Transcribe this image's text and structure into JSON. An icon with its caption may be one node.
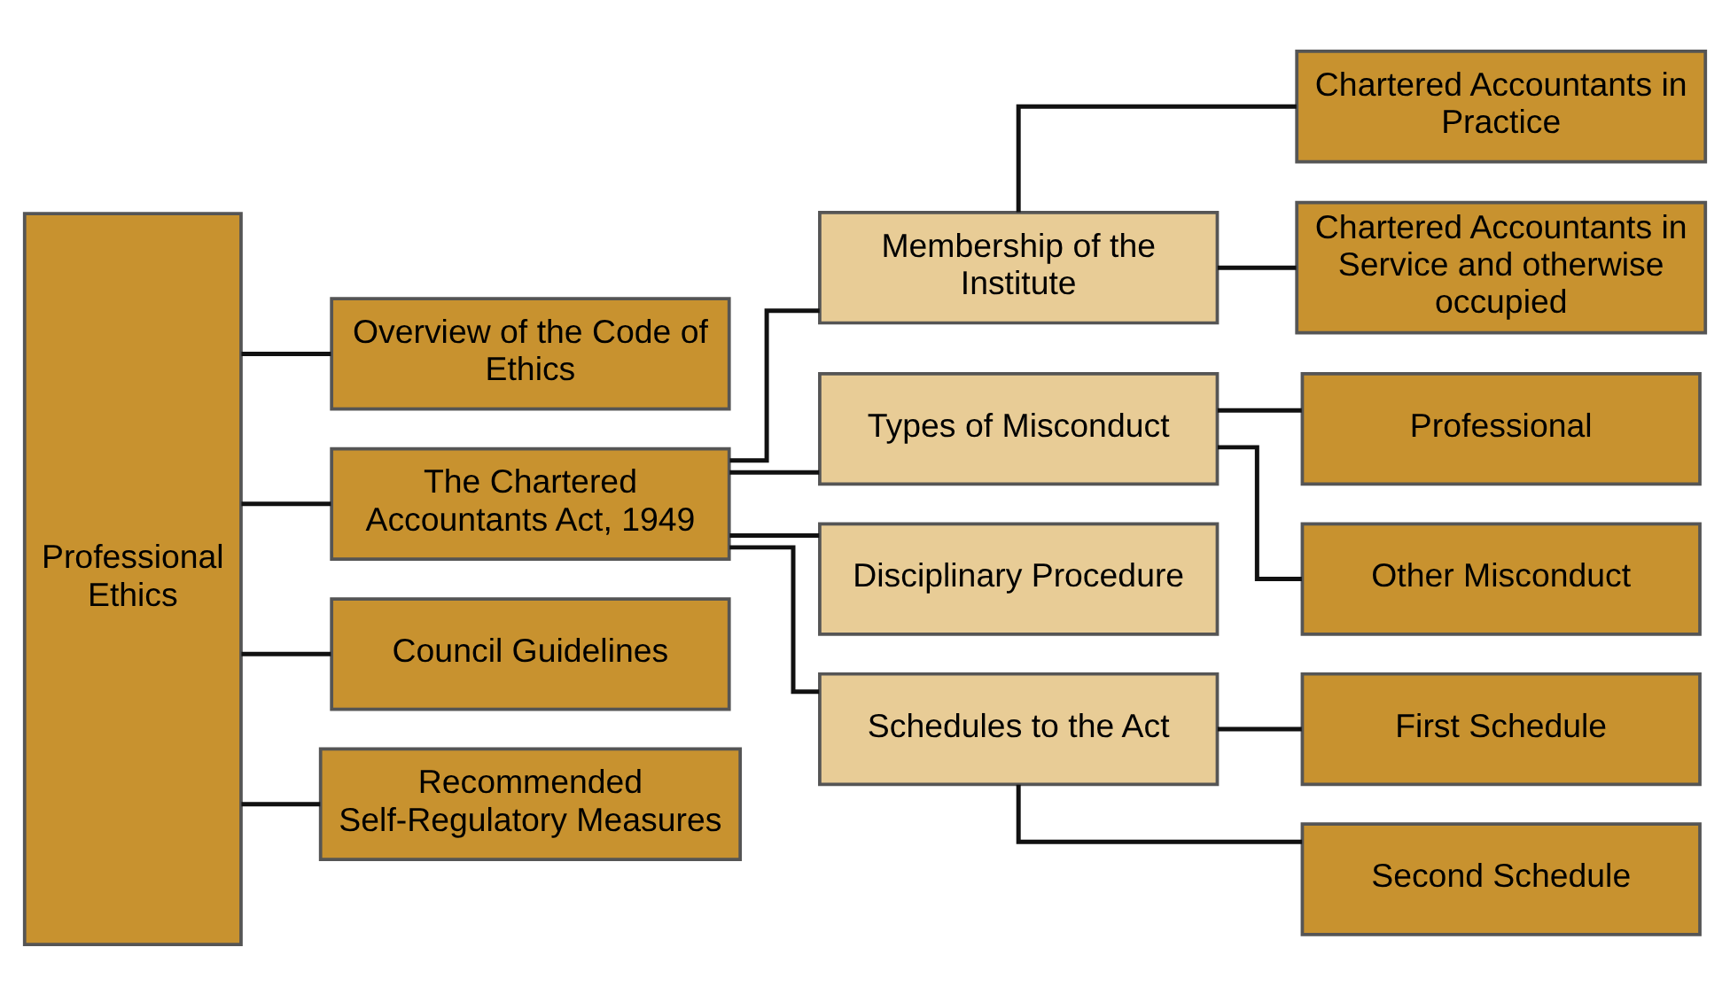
{
  "diagram": {
    "nodes": [
      {
        "text": [
          "Professional Ethics"
        ]
      },
      {
        "text": [
          "Overview of the Code of Ethics"
        ]
      },
      {
        "text": [
          "The Chartered Accountants Act, 1949"
        ]
      },
      {
        "text": [
          "Council Guidelines"
        ]
      },
      {
        "text": [
          "Recommended Self-Regulatory Measures"
        ]
      },
      {
        "text": [
          "Membership of the Institute"
        ]
      },
      {
        "text": [
          "Types of Misconduct"
        ]
      },
      {
        "text": [
          "Disciplinary Procedure"
        ]
      },
      {
        "text": [
          "Schedules to the Act"
        ]
      },
      {
        "text": [
          "Chartered Accountants in Practice"
        ]
      },
      {
        "text": [
          "Chartered Accountants in Service and otherwise occupied"
        ]
      },
      {
        "text": [
          "Professional"
        ]
      },
      {
        "text": [
          "Other Misconduct"
        ]
      },
      {
        "text": [
          "First Schedule"
        ]
      },
      {
        "text": [
          "Second Schedule"
        ]
      }
    ],
    "edges": [
      {
        "from": 0,
        "to": 1,
        "arrow": "none"
      },
      {
        "from": 0,
        "to": 2,
        "arrow": "none"
      },
      {
        "from": 0,
        "to": 3,
        "arrow": "none"
      },
      {
        "from": 0,
        "to": 4,
        "arrow": "none"
      },
      {
        "from": 2,
        "to": 5,
        "arrow": "none"
      },
      {
        "from": 2,
        "to": 6,
        "arrow": "none"
      },
      {
        "from": 2,
        "to": 7,
        "arrow": "none"
      },
      {
        "from": 2,
        "to": 8,
        "arrow": "none"
      },
      {
        "from": 5,
        "to": 9,
        "arrow": "none"
      },
      {
        "from": 5,
        "to": 10,
        "arrow": "none"
      },
      {
        "from": 6,
        "to": 11,
        "arrow": "none"
      },
      {
        "from": 6,
        "to": 12,
        "arrow": "none"
      },
      {
        "from": 8,
        "to": 13,
        "arrow": "none"
      },
      {
        "from": 8,
        "to": 14,
        "arrow": "none"
      }
    ]
  }
}
